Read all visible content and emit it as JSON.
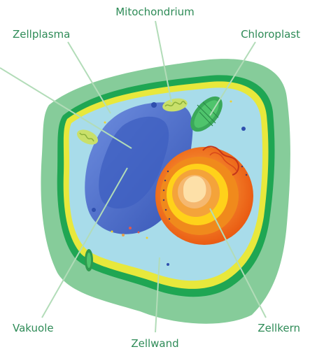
{
  "labels": {
    "mitochondrium": "Mitochondrium",
    "zellplasma": "Zellplasma",
    "chloroplast": "Chloroplast",
    "vakuole": "Vakuole",
    "zellkern": "Zellkern",
    "zellwand": "Zellwand"
  },
  "colors": {
    "label_text": "#2e8b57",
    "leader_line": "#b2dcb8",
    "outer_wall": "#86cc9a",
    "inner_wall": "#1fa653",
    "membrane": "#e8e83c",
    "cytoplasm": "#a8dcea",
    "vacuole_light": "#5b7fd0",
    "vacuole_dark": "#2f4fae",
    "nucleus_orange": "#f07a12",
    "nucleus_yellow": "#ffd11a",
    "nucleolus": "#f5b870",
    "chloroplast": "#3aa85a",
    "mitochondrion": "#c9e06a"
  }
}
